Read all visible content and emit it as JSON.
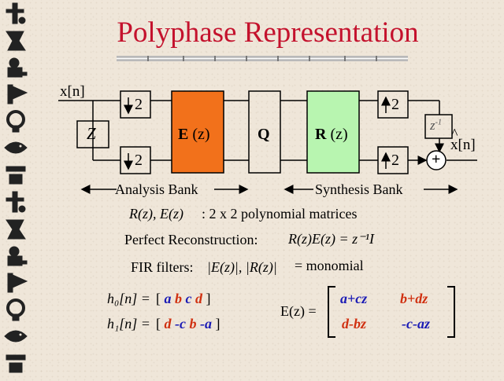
{
  "title": "Polyphase Representation",
  "diagram": {
    "input": "x[n]",
    "output": "x[n]",
    "output_hat": "^",
    "delay_left": "Z",
    "delay_right_base": "z",
    "delay_right_exp": "-1",
    "down1": "2",
    "down2": "2",
    "up1": "2",
    "up2": "2",
    "E_label": "E",
    "E_arg": "(z)",
    "Q_label": "Q",
    "R_label": "R",
    "R_arg": "(z)",
    "adder": "+",
    "analysis_bank": "Analysis Bank",
    "synthesis_bank": "Synthesis Bank",
    "colors": {
      "E_block": "#f2711b",
      "R_block": "#b8f5b0",
      "title": "#c4122d"
    }
  },
  "notes": {
    "poly_math": "R(z), E(z)",
    "poly_text": ": 2 x 2  polynomial matrices",
    "pr_label": "Perfect Reconstruction:",
    "pr_math": "R(z)E(z) = z⁻¹I",
    "fir_label": "FIR filters:",
    "fir_math": "|E(z)|, |R(z)|",
    "fir_eq": "= monomial"
  },
  "filters": {
    "h0_lhs": "h₀[n] =",
    "h0_open": "[",
    "h0_coeffs": [
      "a",
      "b",
      "c",
      "d"
    ],
    "h0_close": "]",
    "h1_lhs": "h₁[n] =",
    "h1_open": "[",
    "h1_coeffs": [
      "d",
      "-c",
      "b",
      "-a"
    ],
    "h1_close": "]"
  },
  "matrix": {
    "lhs": "E(z) =",
    "m11": "a+cz",
    "m12": "b+dz",
    "m21": "d-bz",
    "m22": "-c-az"
  }
}
